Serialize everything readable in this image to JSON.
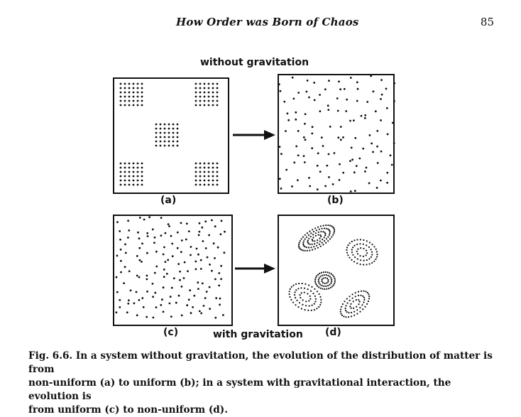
{
  "header": {
    "title": "How Order was Born of Chaos",
    "page_number": "85"
  },
  "figure": {
    "top_label": "without gravitation",
    "bottom_label": "with gravitation",
    "panels": [
      {
        "id": "a",
        "label": "(a)"
      },
      {
        "id": "b",
        "label": "(b)"
      },
      {
        "id": "c",
        "label": "(c)"
      },
      {
        "id": "d",
        "label": "(d)"
      }
    ]
  },
  "caption": {
    "text": "Fig. 6.6. In a system without gravitation, the evolution of the distribution of matter is from\nnon-uniform (a) to uniform (b); in a system with gravitational interaction, the evolution is\nfrom uniform (c) to non-uniform (d)."
  }
}
